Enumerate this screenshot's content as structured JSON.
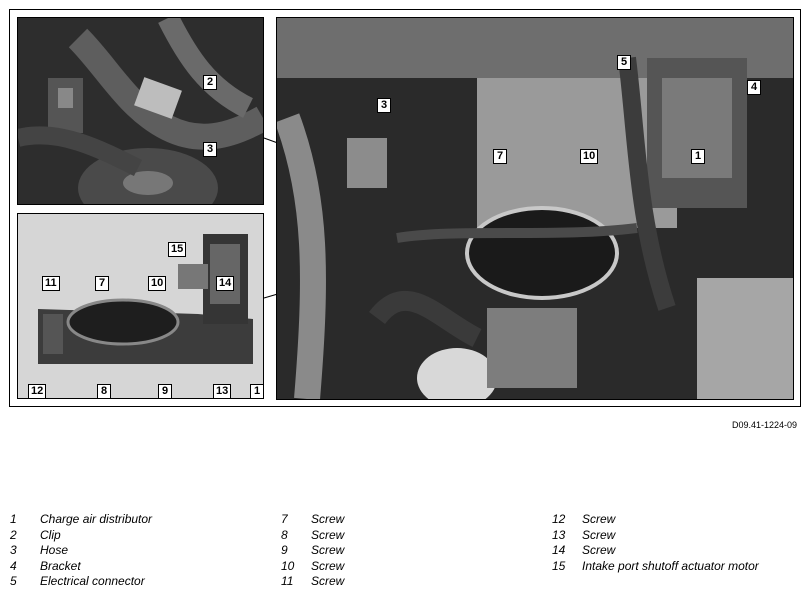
{
  "figure_ref": "D09.41-1224-09",
  "callouts": {
    "p1": [
      "2",
      "3"
    ],
    "p2": [
      "11",
      "7",
      "10",
      "15",
      "14",
      "12",
      "8",
      "9",
      "13",
      "1"
    ],
    "p3": [
      "3",
      "5",
      "4",
      "7",
      "10",
      "1"
    ]
  },
  "legend": {
    "col1": [
      {
        "num": "1",
        "label": "Charge air distributor"
      },
      {
        "num": "2",
        "label": "Clip"
      },
      {
        "num": "3",
        "label": "Hose"
      },
      {
        "num": "4",
        "label": "Bracket"
      },
      {
        "num": "5",
        "label": "Electrical connector"
      }
    ],
    "col2": [
      {
        "num": "7",
        "label": "Screw"
      },
      {
        "num": "8",
        "label": "Screw"
      },
      {
        "num": "9",
        "label": "Screw"
      },
      {
        "num": "10",
        "label": "Screw"
      },
      {
        "num": "11",
        "label": "Screw"
      }
    ],
    "col3": [
      {
        "num": "12",
        "label": "Screw"
      },
      {
        "num": "13",
        "label": "Screw"
      },
      {
        "num": "14",
        "label": "Screw"
      },
      {
        "num": "15",
        "label": "Intake port shutoff actuator motor"
      }
    ]
  }
}
